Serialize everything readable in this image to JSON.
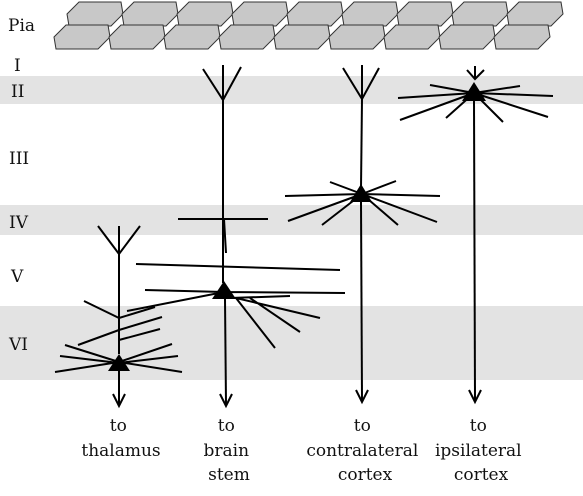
{
  "layers": {
    "pia": "Pia",
    "i": "I",
    "ii": "II",
    "iii": "III",
    "iv": "IV",
    "v": "V",
    "vi": "VI"
  },
  "targets": {
    "thalamus": [
      "to",
      "thalamus"
    ],
    "brainstem": [
      "to",
      "brain",
      "stem"
    ],
    "contralateral": [
      "to",
      "contralateral",
      "cortex"
    ],
    "ipsilateral": [
      "to",
      "ipsilateral",
      "cortex"
    ]
  },
  "colors": {
    "band": "#e3e3e3",
    "pia_cell": "#c8c8c8",
    "neuron": "#000000"
  }
}
